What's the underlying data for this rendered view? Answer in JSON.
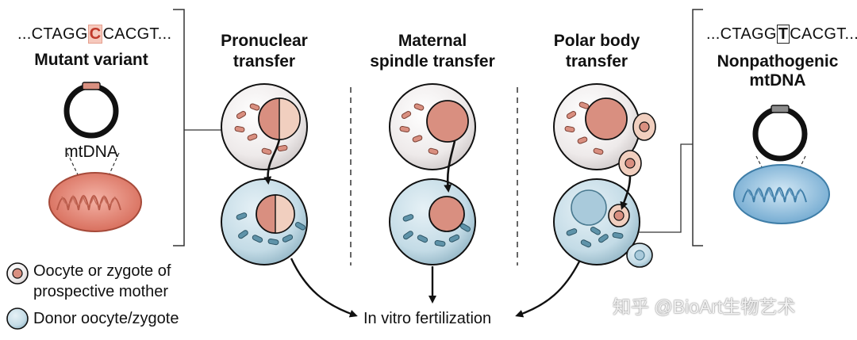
{
  "left": {
    "seq_prefix": "...CTAGG",
    "seq_base": "C",
    "seq_suffix": "CACGT...",
    "label": "Mutant variant",
    "mtdna_label": "mtDNA"
  },
  "right": {
    "seq_prefix": "...CTAGG",
    "seq_base": "T",
    "seq_suffix": "CACGT...",
    "label_line1": "Nonpathogenic",
    "label_line2": "mtDNA"
  },
  "methods": [
    {
      "line1": "Pronuclear",
      "line2": "transfer"
    },
    {
      "line1": "Maternal",
      "line2": "spindle transfer"
    },
    {
      "line1": "Polar body",
      "line2": "transfer"
    }
  ],
  "legend": {
    "mother_line1": "Oocyte or zygote of",
    "mother_line2": "prospective mother",
    "donor": "Donor oocyte/zygote"
  },
  "ivf_label": "In vitro fertilization",
  "watermark": "知乎 @BioArt生物艺术",
  "colors": {
    "mother_cell": "#efe9e7",
    "donor_cell": "#c7dde7",
    "nucleus": "#d98f80",
    "nucleus_light": "#f1cfbf",
    "mito_red": "#e08878",
    "mito_blue": "#8fc0dd",
    "donor_rod": "#5f93a9"
  }
}
